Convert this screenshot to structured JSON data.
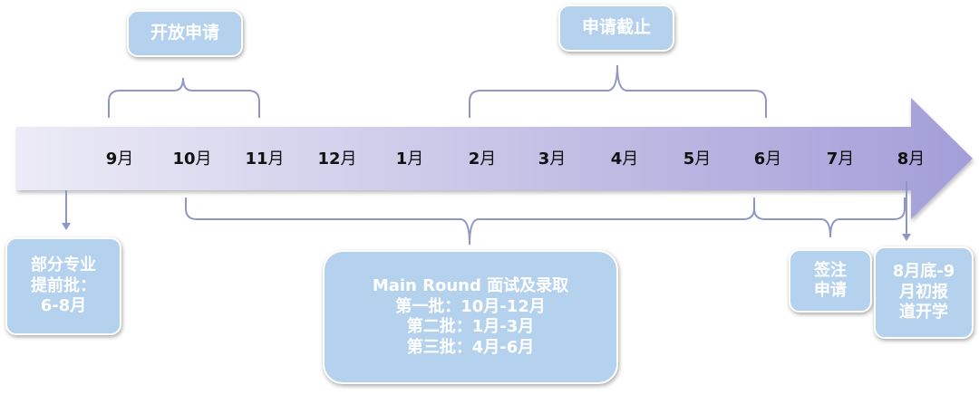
{
  "timeline": {
    "months": [
      {
        "num": "9",
        "unit": "月"
      },
      {
        "num": "10",
        "unit": "月"
      },
      {
        "num": "11",
        "unit": "月"
      },
      {
        "num": "12",
        "unit": "月"
      },
      {
        "num": "1",
        "unit": "月"
      },
      {
        "num": "2",
        "unit": "月"
      },
      {
        "num": "3",
        "unit": "月"
      },
      {
        "num": "4",
        "unit": "月"
      },
      {
        "num": "5",
        "unit": "月"
      },
      {
        "num": "6",
        "unit": "月"
      },
      {
        "num": "7",
        "unit": "月"
      },
      {
        "num": "8",
        "unit": "月"
      }
    ],
    "arrow_color_start": "#ecebf6",
    "arrow_color_end": "#a39ed8",
    "bracket_color": "#9097c4",
    "box_color": "#b4d1ee"
  },
  "labels": {
    "open_application": "开放申请",
    "application_deadline": "申请截止",
    "early_batch": [
      "部分专业",
      "提前批：",
      "6-8月"
    ],
    "main_round": {
      "title": "Main Round 面试及录取",
      "batches": [
        "第一批：10月-12月",
        "第二批：1月-3月",
        "第三批：4月-6月"
      ]
    },
    "visa": [
      "签注",
      "申请"
    ],
    "enrollment": [
      "8月底-9",
      "月初报",
      "道开学"
    ]
  }
}
